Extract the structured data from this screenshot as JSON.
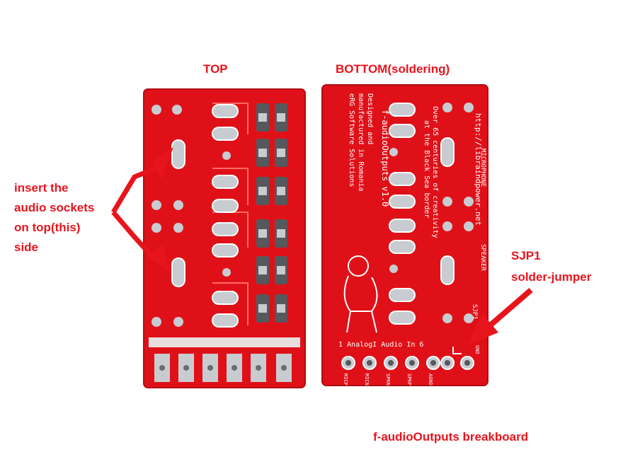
{
  "labels": {
    "top": "TOP",
    "bottom": "BOTTOM(soldering)",
    "insert_line1": "insert the",
    "insert_line2": "audio sockets",
    "insert_line3": "on top(this)",
    "insert_line4": "side",
    "sjp1": "SJP1",
    "solder_jumper": "solder-jumper",
    "caption": "f-audioOutputs breakboard"
  },
  "silkscreen": {
    "title": "f-audioOutputs v1.0",
    "designed1": "Designed and",
    "designed2": "manufactured in Romania",
    "company": "eRG Software Solutions",
    "url": "http://libraindpower.net",
    "tagline1": "Over 65 centuries of creativity",
    "tagline2": "at the Black Sea border",
    "microphone": "MICROPHONE",
    "speaker": "SPEAKER",
    "sjp1": "SJP1",
    "analog": "1    AnalogI  Audio  In      6",
    "pins": [
      "MICP",
      "MICN",
      "SPKN",
      "SPKP",
      "AGND",
      "",
      "GND"
    ]
  },
  "colors": {
    "text_red": "#e8141c",
    "pcb_red": "#e01018",
    "pad_silver": "#c8ccd0",
    "silk_white": "#ffffff"
  }
}
